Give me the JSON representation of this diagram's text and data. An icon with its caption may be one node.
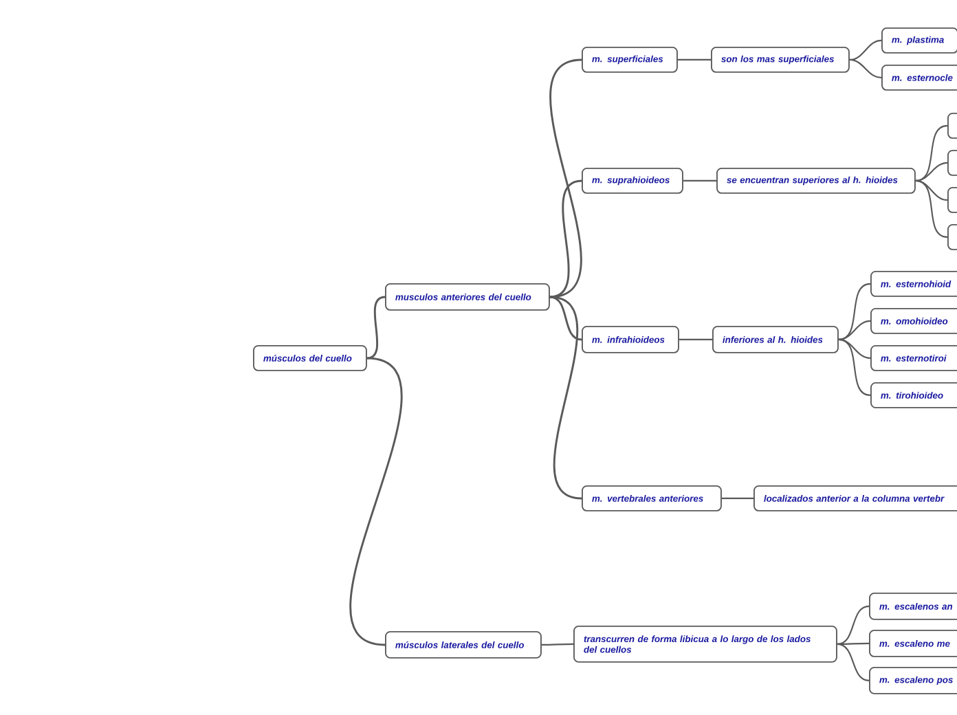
{
  "diagram": {
    "nodes": [
      {
        "text": [
          "músculos del cuello"
        ]
      },
      {
        "text": [
          "musculos anteriores del cuello"
        ]
      },
      {
        "text": [
          "músculos laterales del cuello"
        ]
      },
      {
        "text": [
          "m. superficiales"
        ]
      },
      {
        "text": [
          "son los mas superficiales"
        ]
      },
      {
        "text": [
          "m. plastima"
        ]
      },
      {
        "text": [
          "m. esternocle"
        ]
      },
      {
        "text": [
          "m. suprahioideos"
        ]
      },
      {
        "text": [
          "se encuentran superiores al h. hioides"
        ]
      },
      {
        "text": [],
        "shape": "box"
      },
      {
        "text": [],
        "shape": "box"
      },
      {
        "text": [],
        "shape": "box"
      },
      {
        "text": [],
        "shape": "box"
      },
      {
        "text": [
          "m. infrahioideos"
        ]
      },
      {
        "text": [
          "inferiores al h. hioides"
        ]
      },
      {
        "text": [
          "m. esternohioid"
        ]
      },
      {
        "text": [
          "m. omohioideo"
        ]
      },
      {
        "text": [
          "m. esternotiroi"
        ]
      },
      {
        "text": [
          "m. tirohioideo"
        ]
      },
      {
        "text": [
          "m. vertebrales anteriores"
        ]
      },
      {
        "text": [
          "localizados anterior a la columna vertebr"
        ]
      },
      {
        "text": [
          "transcurren de forma libicua a lo largo de los lados del cuellos"
        ]
      },
      {
        "text": [
          "m. escalenos an"
        ]
      },
      {
        "text": [
          "m. escaleno me"
        ]
      },
      {
        "text": [
          "m. escaleno pos"
        ]
      }
    ],
    "edges": [
      {
        "from": 0,
        "to": 1,
        "arrow": "none"
      },
      {
        "from": 0,
        "to": 2,
        "arrow": "none"
      },
      {
        "from": 1,
        "to": 3,
        "arrow": "none"
      },
      {
        "from": 1,
        "to": 7,
        "arrow": "none"
      },
      {
        "from": 1,
        "to": 13,
        "arrow": "none"
      },
      {
        "from": 1,
        "to": 19,
        "arrow": "none"
      },
      {
        "from": 3,
        "to": 4,
        "arrow": "none"
      },
      {
        "from": 4,
        "to": 5,
        "arrow": "none"
      },
      {
        "from": 4,
        "to": 6,
        "arrow": "none"
      },
      {
        "from": 7,
        "to": 8,
        "arrow": "none"
      },
      {
        "from": 8,
        "to": 9,
        "arrow": "none"
      },
      {
        "from": 8,
        "to": 10,
        "arrow": "none"
      },
      {
        "from": 8,
        "to": 11,
        "arrow": "none"
      },
      {
        "from": 8,
        "to": 12,
        "arrow": "none"
      },
      {
        "from": 13,
        "to": 14,
        "arrow": "none"
      },
      {
        "from": 14,
        "to": 15,
        "arrow": "none"
      },
      {
        "from": 14,
        "to": 16,
        "arrow": "none"
      },
      {
        "from": 14,
        "to": 17,
        "arrow": "none"
      },
      {
        "from": 14,
        "to": 18,
        "arrow": "none"
      },
      {
        "from": 19,
        "to": 20,
        "arrow": "none"
      },
      {
        "from": 2,
        "to": 21,
        "arrow": "none"
      },
      {
        "from": 21,
        "to": 22,
        "arrow": "none"
      },
      {
        "from": 21,
        "to": 23,
        "arrow": "none"
      },
      {
        "from": 21,
        "to": 24,
        "arrow": "none"
      }
    ]
  }
}
